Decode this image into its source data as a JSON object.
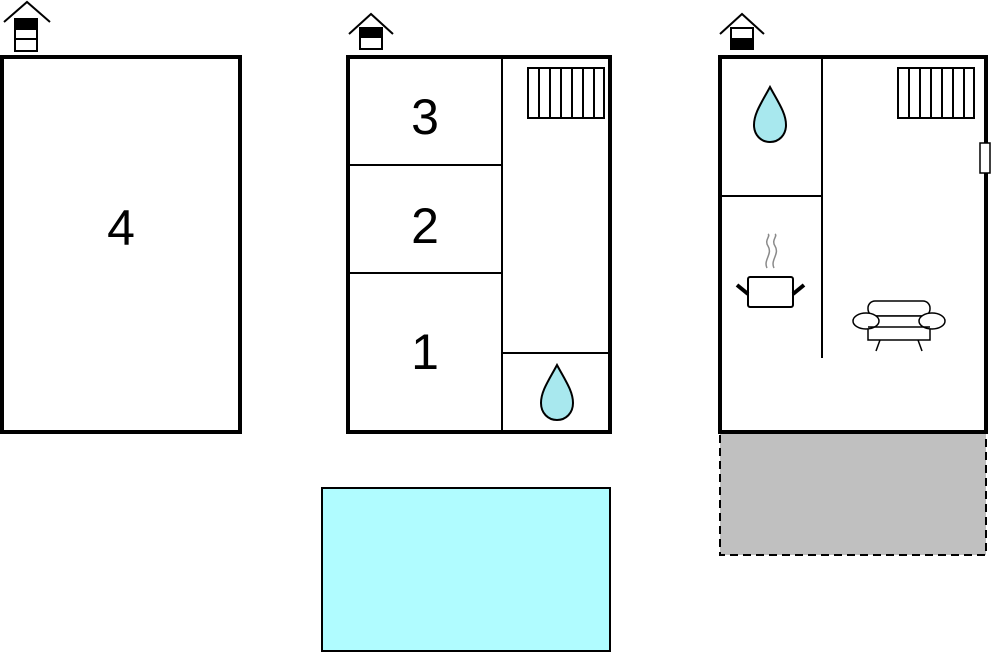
{
  "floors": [
    {
      "rooms": [
        {
          "label": "4"
        }
      ]
    },
    {
      "rooms": [
        {
          "label": "3"
        },
        {
          "label": "2"
        },
        {
          "label": "1"
        }
      ]
    },
    {
      "rooms": []
    }
  ],
  "icons": {
    "level": "floor-level-icon",
    "radiator": "radiator-icon",
    "water": "water-drop-icon",
    "kitchen": "cooking-pot-icon",
    "living": "sofa-icon",
    "door": "door-icon"
  },
  "colors": {
    "wall": "#000000",
    "water": "#a8e8ee",
    "pool": "#b0fcff",
    "terrace": "#c0c0c0",
    "steam": "#8a8a8a"
  }
}
